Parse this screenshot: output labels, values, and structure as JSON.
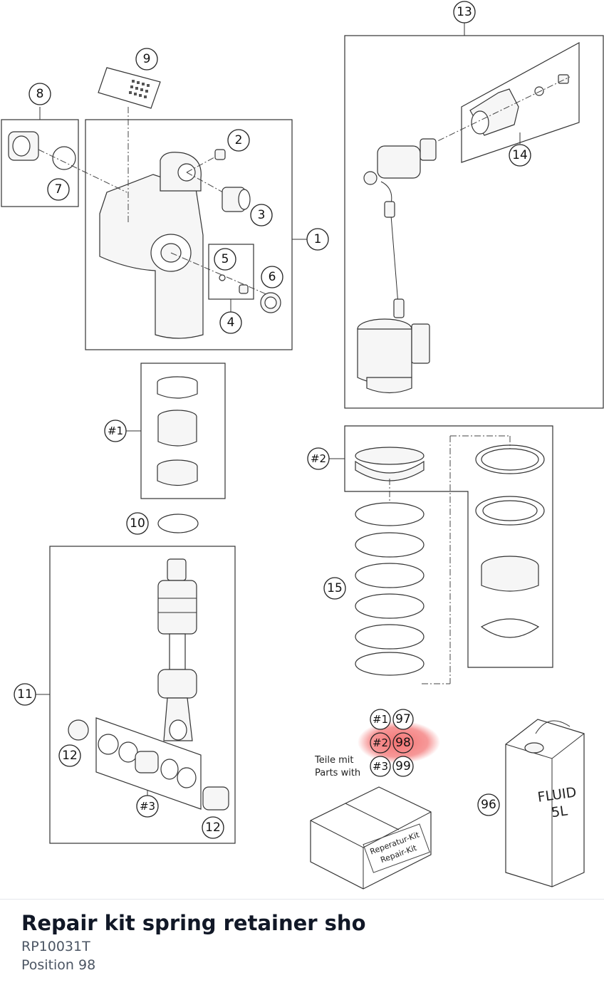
{
  "callouts": {
    "c1": "1",
    "c2": "2",
    "c3": "3",
    "c4": "4",
    "c5": "5",
    "c6": "6",
    "c7": "7",
    "c8": "8",
    "c9": "9",
    "c10": "10",
    "c11": "11",
    "c12a": "12",
    "c12b": "12",
    "c13": "13",
    "c14": "14",
    "c15": "15",
    "c96": "96",
    "c97": "97",
    "c98": "98",
    "c99": "99",
    "k1": "#1",
    "k2": "#2",
    "k3": "#3",
    "kit1": "#1",
    "kit2": "#2",
    "kit3": "#3"
  },
  "legend": {
    "line1": "Teile mit",
    "line2": "Parts with"
  },
  "box_label": {
    "line1": "Reperatur-Kit",
    "line2": "Repair-Kit"
  },
  "can_label": {
    "line1": "FLUID",
    "line2": "5L"
  },
  "highlight_color": "#ef4444",
  "footer": {
    "title": "Repair kit spring retainer sho",
    "sku": "RP10031T",
    "position": "Position 98"
  }
}
